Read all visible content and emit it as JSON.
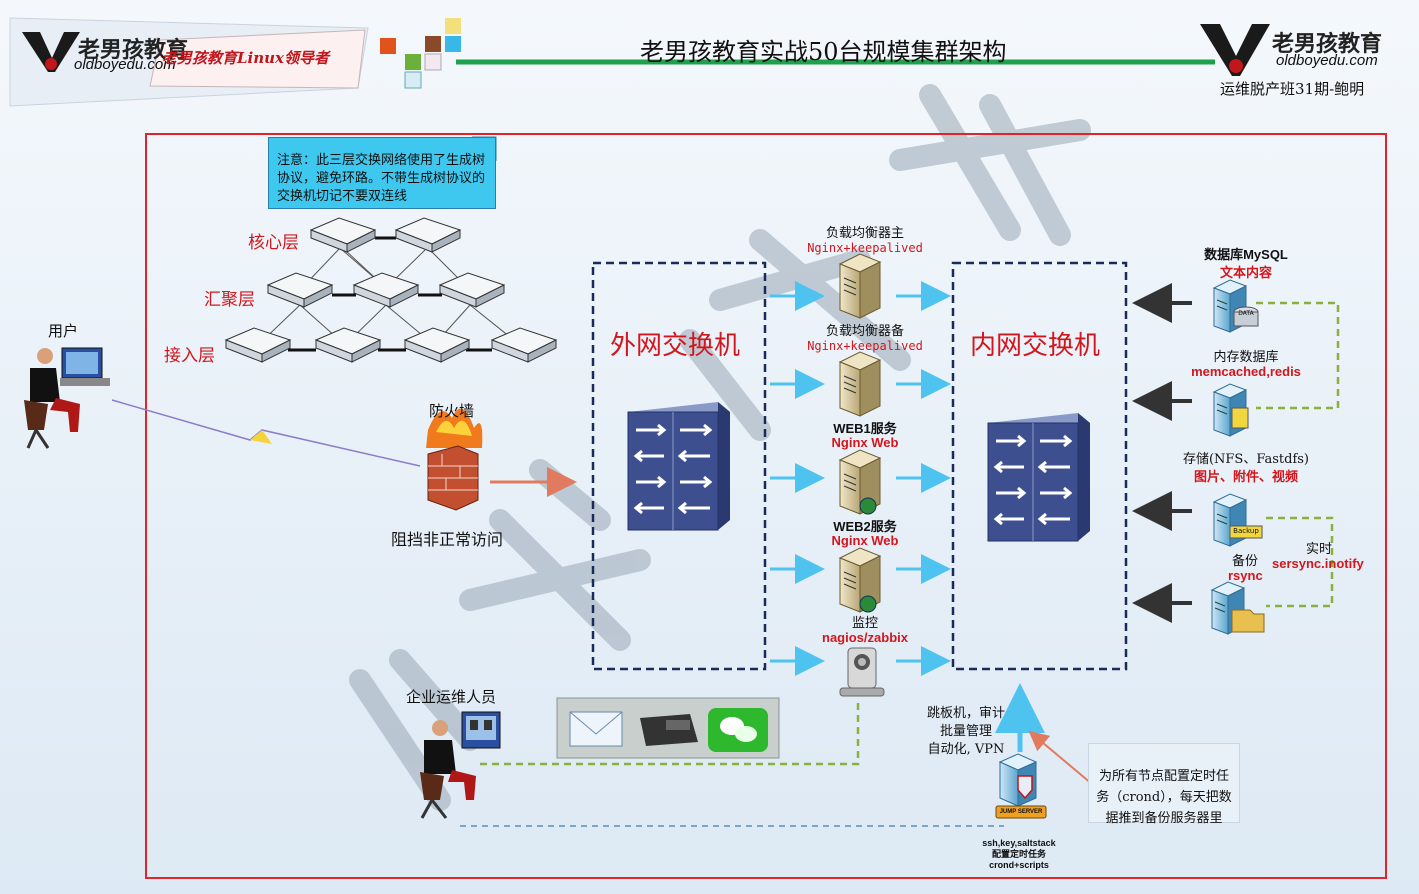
{
  "header": {
    "title": "老男孩教育实战50台规模集群架构",
    "brand_left": "老男孩教育",
    "site_left": "oldboyedu.com",
    "slogan": "老男孩教育Linux领导者",
    "brand_right": "老男孩教育",
    "site_right": "oldboyedu.com",
    "class_info": "运维脱产班31期-鲍明"
  },
  "notes": {
    "stp": "注意：此三层交换网络使用了生成树协议，避免环路。不带生成树协议的交换机切记不要双连线",
    "cron": "为所有节点配置定时任务（crond），每天把数据推到备份服务器里"
  },
  "layers": {
    "core": "核心层",
    "aggregation": "汇聚层",
    "access": "接入层"
  },
  "user": "用户",
  "firewall": {
    "label": "防火墙",
    "desc": "阻挡非正常访问"
  },
  "switches": {
    "external": "外网交换机",
    "internal": "内网交换机"
  },
  "servers": {
    "lb_master": {
      "label": "负载均衡器主",
      "sub": "Nginx+keepalived"
    },
    "lb_backup": {
      "label": "负载均衡器备",
      "sub": "Nginx+keepalived"
    },
    "web1": {
      "label": "WEB1服务",
      "sub": "Nginx Web"
    },
    "web2": {
      "label": "WEB2服务",
      "sub": "Nginx Web"
    },
    "monitor": {
      "label": "监控",
      "sub": "nagios/zabbix"
    }
  },
  "backend": {
    "mysql": {
      "label": "数据库MySQL",
      "sub": "文本内容",
      "disk": "DATA"
    },
    "cache": {
      "label": "内存数据库",
      "sub": "memcached,redis"
    },
    "storage": {
      "label": "存储(NFS、Fastdfs)",
      "sub": "图片、附件、视频",
      "disk": "Backup"
    },
    "backup": {
      "label": "备份",
      "sub": "rsync"
    },
    "realtime": {
      "label": "实时",
      "sub": "sersync.inotify"
    }
  },
  "ops": {
    "admin": "企业运维人员",
    "jump_desc": [
      "跳板机，审计",
      "批量管理",
      "自动化, VPN"
    ],
    "jump_tag": "JUMP SERVER",
    "jump_tools": [
      "ssh,key,saltstack",
      "配置定时任务",
      "crond+scripts"
    ]
  },
  "colors": {
    "accent_red": "#d3161c",
    "switch_blue": "#3d4f8f",
    "note_cyan": "#3ec8f0",
    "dashed_navy": "#1a2a5a",
    "dashed_green": "#8ab040",
    "arrow_cyan": "#4fc3f0"
  }
}
